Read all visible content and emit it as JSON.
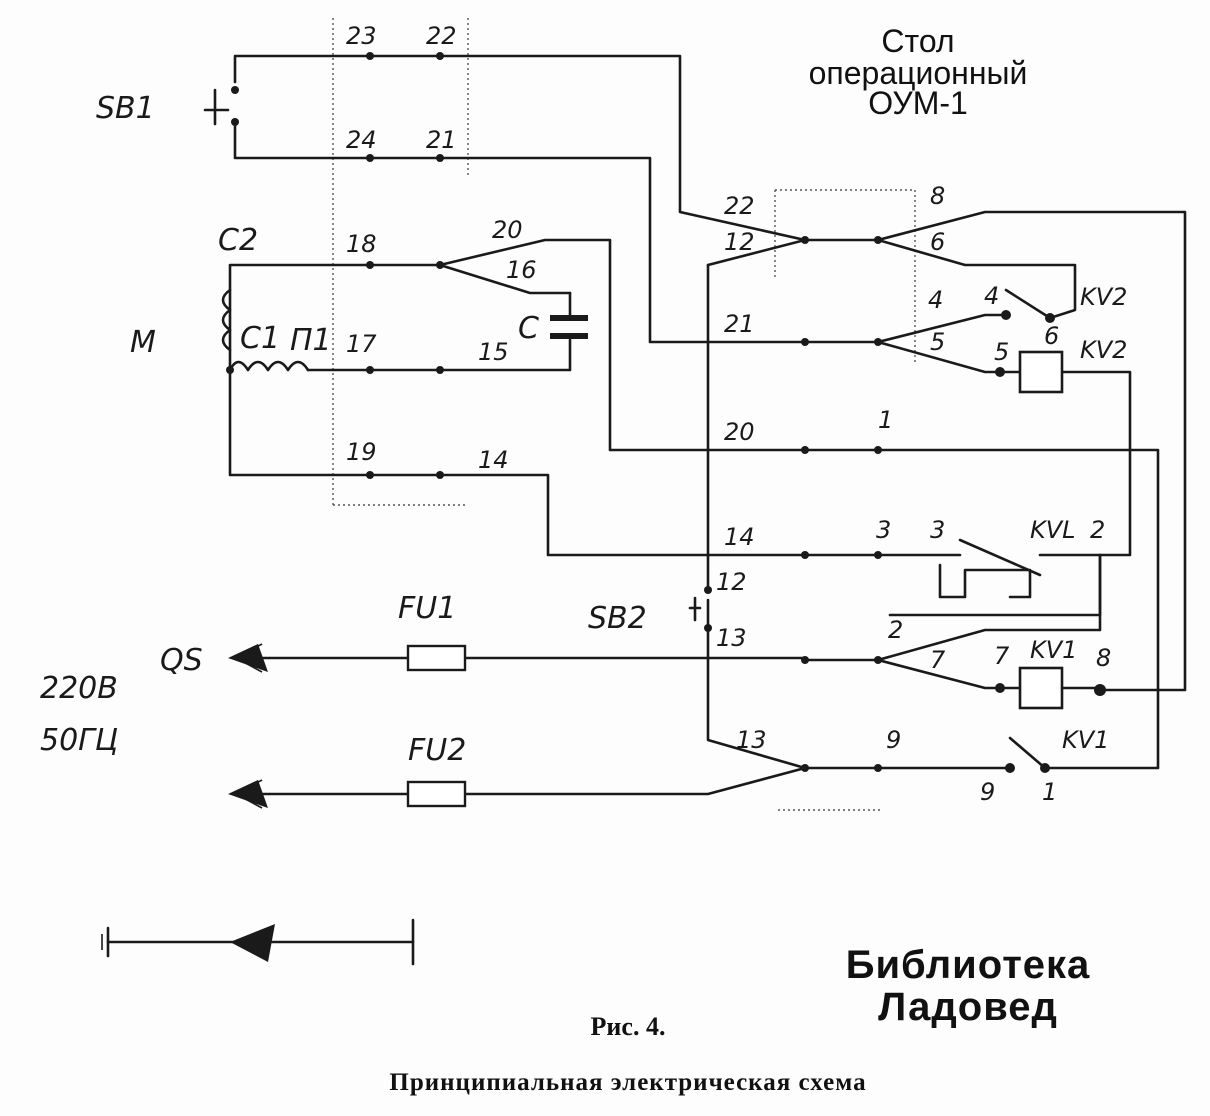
{
  "diagram": {
    "title_lines": [
      "Стол",
      "операционный",
      "ОУМ-1"
    ],
    "library_lines": [
      "Библиотека",
      "Ладовед"
    ],
    "figure_label": "Рис. 4.",
    "figure_caption": "Принципиальная электрическая схема",
    "supply_lines": [
      "220В",
      "50ГЦ"
    ],
    "components": {
      "sb1": "SB1",
      "sb2": "SB2",
      "motor": "M",
      "c2": "C2",
      "c1": "C1",
      "p1": "П1",
      "capacitor": "C",
      "qs": "QS",
      "fu1": "FU1",
      "fu2": "FU2",
      "kv2_contact": "KV2",
      "kv2_coil": "KV2",
      "kv1_nc": "KVL",
      "kv1_coil": "KV1",
      "kv1_no": "KV1"
    },
    "terminals": {
      "t23": "23",
      "t22a": "22",
      "t24": "24",
      "t21a": "21",
      "t18": "18",
      "t20a": "20",
      "t16": "16",
      "t17": "17",
      "t15": "15",
      "t19": "19",
      "t14a": "14",
      "t22b": "22",
      "t12a": "12",
      "t8a": "8",
      "t6a": "6",
      "t4a": "4",
      "t4b": "4",
      "t6b": "6",
      "t21b": "21",
      "t5a": "5",
      "t5b": "5",
      "t20b": "20",
      "t1a": "1",
      "t14b": "14",
      "t3a": "3",
      "t3b": "3",
      "t2a": "2",
      "t12b": "12",
      "t13a": "13",
      "t2b": "2",
      "t7a": "7",
      "t7b": "7",
      "t8b": "8",
      "t13b": "13",
      "t9a": "9",
      "t9b": "9",
      "t1b": "1"
    }
  }
}
